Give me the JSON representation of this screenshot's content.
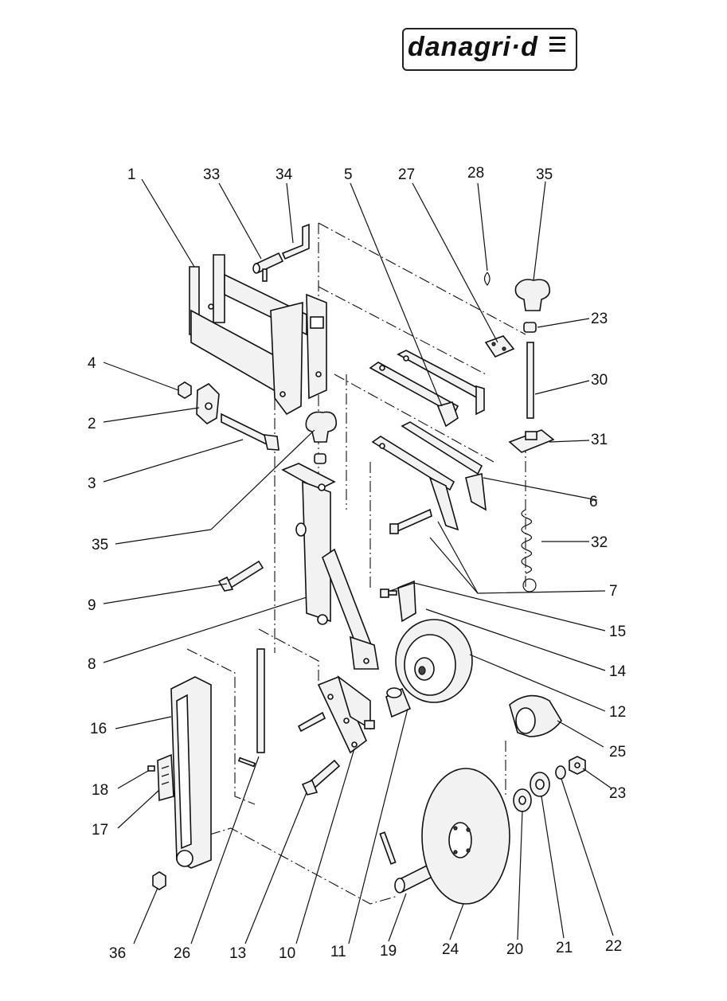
{
  "brand": {
    "logo_text": "danagri·d"
  },
  "callouts": [
    {
      "id": "c1",
      "label": "1"
    },
    {
      "id": "c33",
      "label": "33"
    },
    {
      "id": "c34",
      "label": "34"
    },
    {
      "id": "c5",
      "label": "5"
    },
    {
      "id": "c27",
      "label": "27"
    },
    {
      "id": "c28",
      "label": "28"
    },
    {
      "id": "c35a",
      "label": "35"
    },
    {
      "id": "c23a",
      "label": "23"
    },
    {
      "id": "c4",
      "label": "4"
    },
    {
      "id": "c30",
      "label": "30"
    },
    {
      "id": "c2",
      "label": "2"
    },
    {
      "id": "c31",
      "label": "31"
    },
    {
      "id": "c3",
      "label": "3"
    },
    {
      "id": "c6",
      "label": "6"
    },
    {
      "id": "c35b",
      "label": "35"
    },
    {
      "id": "c32",
      "label": "32"
    },
    {
      "id": "c9",
      "label": "9"
    },
    {
      "id": "c7",
      "label": "7"
    },
    {
      "id": "c15",
      "label": "15"
    },
    {
      "id": "c8",
      "label": "8"
    },
    {
      "id": "c14",
      "label": "14"
    },
    {
      "id": "c12",
      "label": "12"
    },
    {
      "id": "c16",
      "label": "16"
    },
    {
      "id": "c25",
      "label": "25"
    },
    {
      "id": "c18",
      "label": "18"
    },
    {
      "id": "c23b",
      "label": "23"
    },
    {
      "id": "c17",
      "label": "17"
    },
    {
      "id": "c36",
      "label": "36"
    },
    {
      "id": "c26",
      "label": "26"
    },
    {
      "id": "c13",
      "label": "13"
    },
    {
      "id": "c10",
      "label": "10"
    },
    {
      "id": "c11",
      "label": "11"
    },
    {
      "id": "c19",
      "label": "19"
    },
    {
      "id": "c24",
      "label": "24"
    },
    {
      "id": "c20",
      "label": "20"
    },
    {
      "id": "c21",
      "label": "21"
    },
    {
      "id": "c22",
      "label": "22"
    }
  ]
}
